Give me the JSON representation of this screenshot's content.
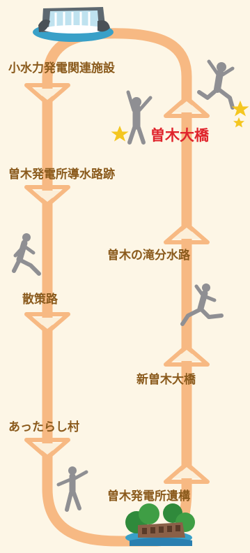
{
  "route": {
    "left_path": [
      {
        "id": "kosuiryoku",
        "label": "小水力発電関連施設"
      },
      {
        "id": "dosuiro",
        "label": "曽木発電所導水路跡"
      },
      {
        "id": "sansakuro",
        "label": "散策路"
      },
      {
        "id": "attarashi",
        "label": "あったらし村"
      }
    ],
    "right_path": [
      {
        "id": "soki-ohashi",
        "label": "曽木大橋",
        "highlight": true
      },
      {
        "id": "bunsuiro",
        "label": "曽木の滝分水路"
      },
      {
        "id": "shin-ohashi",
        "label": "新曽木大橋"
      },
      {
        "id": "iko",
        "label": "曽木発電所遺構"
      }
    ]
  },
  "colors": {
    "background": "#fdf6e6",
    "path": "#f7b983",
    "label": "#8a5a1c",
    "highlight": "#e0242c",
    "star": "#f4c620",
    "figure": "#8f8f93"
  },
  "icons": {
    "top": "waterfall-icon",
    "bottom": "power-plant-ruins-icon",
    "figures": [
      "running-person-icon",
      "waving-person-icon",
      "jumping-person-icon",
      "cheering-person-icon"
    ]
  }
}
